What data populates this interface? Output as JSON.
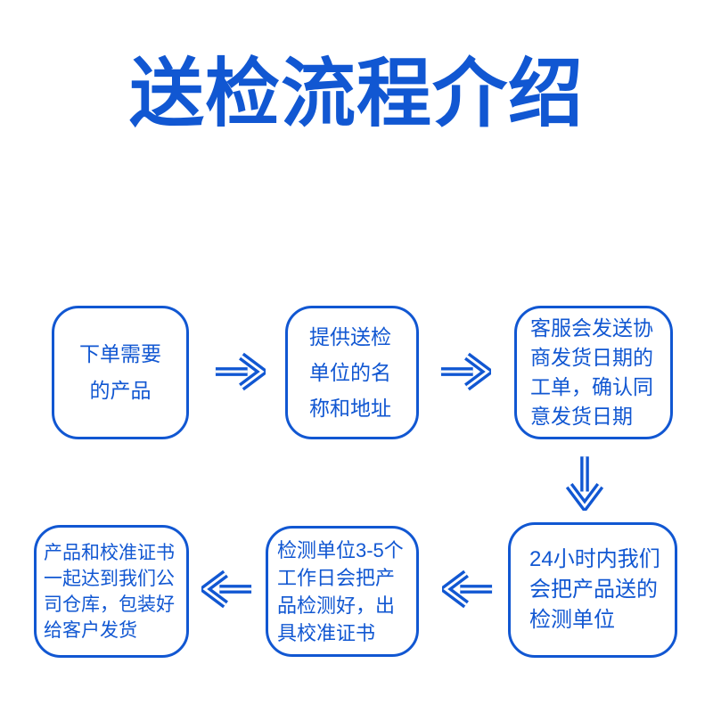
{
  "title": "送检流程介绍",
  "colors": {
    "blue": "#1157d2",
    "background": "#ffffff"
  },
  "flow": {
    "steps": [
      {
        "id": 1,
        "position": "top-left",
        "lines": [
          "下单需要",
          "的产品"
        ]
      },
      {
        "id": 2,
        "position": "top-middle",
        "lines": [
          "提供送检",
          "单位的名",
          "称和地址"
        ]
      },
      {
        "id": 3,
        "position": "top-right",
        "lines": [
          "客服会发送协",
          "商发货日期的",
          "工单，确认同",
          "意发货日期"
        ]
      },
      {
        "id": 4,
        "position": "bottom-right",
        "lines": [
          "24小时内我们",
          "会把产品送的",
          "检测单位"
        ]
      },
      {
        "id": 5,
        "position": "bottom-middle",
        "lines": [
          "检测单位3-5个",
          "工作日会把产",
          "品检测好，出",
          "具校准证书"
        ]
      },
      {
        "id": 6,
        "position": "bottom-left",
        "lines": [
          "产品和校准证书",
          "一起达到我们公",
          "司仓库，包装好",
          "给客户发货"
        ]
      }
    ],
    "arrows": [
      {
        "from": 1,
        "to": 2,
        "direction": "right"
      },
      {
        "from": 2,
        "to": 3,
        "direction": "right"
      },
      {
        "from": 3,
        "to": 4,
        "direction": "down"
      },
      {
        "from": 4,
        "to": 5,
        "direction": "left"
      },
      {
        "from": 5,
        "to": 6,
        "direction": "left"
      }
    ]
  }
}
